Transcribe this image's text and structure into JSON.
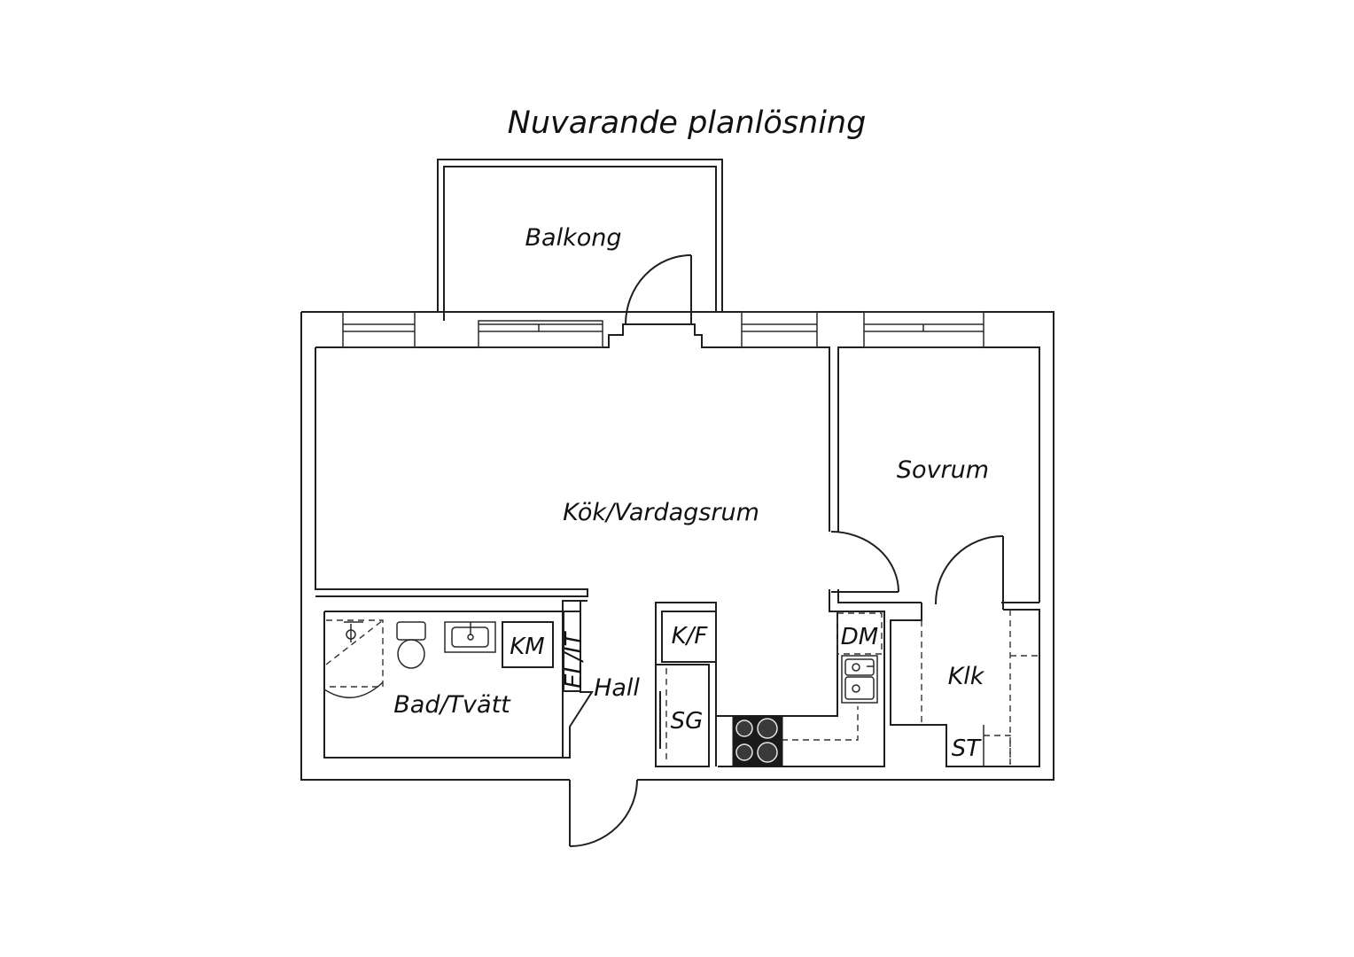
{
  "title": "Nuvarande planlösning",
  "rooms": {
    "balcony": "Balkong",
    "kitchen_living": "Kök/Vardagsrum",
    "bedroom": "Sovrum",
    "bathroom": "Bad/Tvätt",
    "hall": "Hall",
    "closet": "Klk"
  },
  "fixtures": {
    "washing_machine": "KM",
    "electrical_it": "EL/IT",
    "fridge_freezer": "K/F",
    "wardrobe": "SG",
    "dishwasher": "DM",
    "storage": "ST"
  },
  "colors": {
    "wall": "#1f1f1f",
    "background": "#ffffff",
    "stove": "#1a1a1a"
  }
}
